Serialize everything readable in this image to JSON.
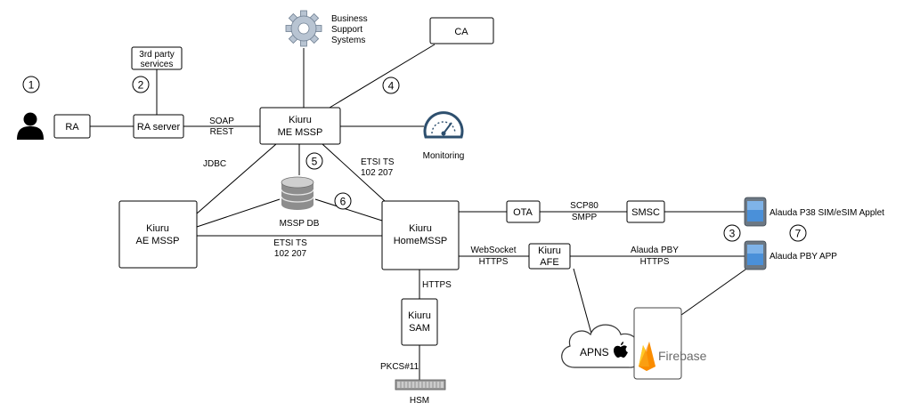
{
  "nodes": {
    "ra": "RA",
    "ra_server": "RA server",
    "third_party": [
      "3rd party",
      "services"
    ],
    "me_mssp": [
      "Kiuru",
      "ME MSSP"
    ],
    "ca": "CA",
    "bss": [
      "Business",
      "Support",
      "Systems"
    ],
    "monitoring": "Monitoring",
    "mssp_db": "MSSP DB",
    "ae_mssp": [
      "Kiuru",
      "AE MSSP"
    ],
    "home_mssp": [
      "Kiuru",
      "HomeMSSP"
    ],
    "ota": "OTA",
    "smsc": "SMSC",
    "afe": [
      "Kiuru",
      "AFE"
    ],
    "sam": [
      "Kiuru",
      "SAM"
    ],
    "hsm": "HSM",
    "apns": "APNS",
    "firebase": "Firebase",
    "p38_applet": "Alauda P38 SIM/eSIM Applet",
    "pby_app": "Alauda PBY APP"
  },
  "edge_labels": {
    "soap_rest": [
      "SOAP",
      "REST"
    ],
    "jdbc": "JDBC",
    "etsi_top": [
      "ETSI TS",
      "102 207"
    ],
    "etsi_bottom": [
      "ETSI TS",
      "102 207"
    ],
    "scp80_smpp": [
      "SCP80",
      "SMPP"
    ],
    "websocket_https": [
      "WebSocket",
      "HTTPS"
    ],
    "alauda_pby_https": [
      "Alauda PBY",
      "HTTPS"
    ],
    "https": "HTTPS",
    "pkcs11": "PKCS#11"
  },
  "steps": {
    "s1": "1",
    "s2": "2",
    "s3": "3",
    "s4": "4",
    "s5": "5",
    "s6": "6",
    "s7": "7"
  },
  "icons": {
    "user": "user-icon",
    "gear": "gear-icon",
    "gauge": "gauge-icon",
    "database": "database-icon",
    "cloud": "cloud-icon",
    "apple": "apple-icon",
    "firebase": "firebase-flame-icon",
    "phone": "phone-icon",
    "hsm": "hsm-device-icon"
  }
}
